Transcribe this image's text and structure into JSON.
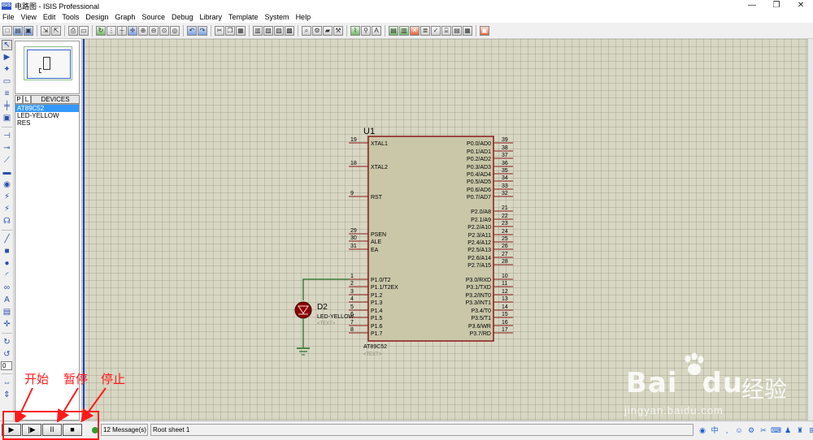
{
  "window": {
    "icon_text": "ISIS",
    "title": "电路图 - ISIS Professional",
    "controls": [
      "—",
      "❐",
      "✕"
    ]
  },
  "menu": [
    "File",
    "View",
    "Edit",
    "Tools",
    "Design",
    "Graph",
    "Source",
    "Debug",
    "Library",
    "Template",
    "System",
    "Help"
  ],
  "left_toolbar": {
    "zoom_value": "0"
  },
  "device_panel": {
    "tab_p": "P",
    "tab_l": "L",
    "title": "DEVICES",
    "items": [
      "AT89C52",
      "LED-YELLOW",
      "RES"
    ],
    "selected_index": 0
  },
  "schematic": {
    "chip": {
      "ref": "U1",
      "part": "AT89C52",
      "text_placeholder": "<TEXT>",
      "left_pins": [
        {
          "num": "19",
          "name": "XTAL1"
        },
        {
          "num": "18",
          "name": "XTAL2"
        },
        {
          "num": "9",
          "name": "RST"
        },
        {
          "num": "29",
          "name": "PSEN"
        },
        {
          "num": "30",
          "name": "ALE"
        },
        {
          "num": "31",
          "name": "EA"
        },
        {
          "num": "1",
          "name": "P1.0/T2"
        },
        {
          "num": "2",
          "name": "P1.1/T2EX"
        },
        {
          "num": "3",
          "name": "P1.2"
        },
        {
          "num": "4",
          "name": "P1.3"
        },
        {
          "num": "5",
          "name": "P1.4"
        },
        {
          "num": "6",
          "name": "P1.5"
        },
        {
          "num": "7",
          "name": "P1.6"
        },
        {
          "num": "8",
          "name": "P1.7"
        }
      ],
      "right_pins": [
        {
          "num": "39",
          "name": "P0.0/AD0"
        },
        {
          "num": "38",
          "name": "P0.1/AD1"
        },
        {
          "num": "37",
          "name": "P0.2/AD2"
        },
        {
          "num": "36",
          "name": "P0.3/AD3"
        },
        {
          "num": "35",
          "name": "P0.4/AD4"
        },
        {
          "num": "34",
          "name": "P0.5/AD5"
        },
        {
          "num": "33",
          "name": "P0.6/AD6"
        },
        {
          "num": "32",
          "name": "P0.7/AD7"
        },
        {
          "num": "21",
          "name": "P2.0/A8"
        },
        {
          "num": "22",
          "name": "P2.1/A9"
        },
        {
          "num": "23",
          "name": "P2.2/A10"
        },
        {
          "num": "24",
          "name": "P2.3/A11"
        },
        {
          "num": "25",
          "name": "P2.4/A12"
        },
        {
          "num": "26",
          "name": "P2.5/A13"
        },
        {
          "num": "27",
          "name": "P2.6/A14"
        },
        {
          "num": "28",
          "name": "P2.7/A15"
        },
        {
          "num": "10",
          "name": "P3.0/RXD"
        },
        {
          "num": "11",
          "name": "P3.1/TXD"
        },
        {
          "num": "12",
          "name": "P3.2/INT0"
        },
        {
          "num": "13",
          "name": "P3.3/INT1"
        },
        {
          "num": "14",
          "name": "P3.4/T0"
        },
        {
          "num": "15",
          "name": "P3.5/T1"
        },
        {
          "num": "16",
          "name": "P3.6/WR"
        },
        {
          "num": "17",
          "name": "P3.7/RD"
        }
      ]
    },
    "led": {
      "ref": "D2",
      "part": "LED-YELLOW",
      "text_placeholder": "<TEXT>"
    }
  },
  "status_bar": {
    "play": "▶",
    "step": "|▶",
    "pause": "II",
    "stop": "■",
    "messages": "12 Message(s)",
    "sheet": "Root sheet 1"
  },
  "annotations": {
    "start": "开始",
    "pause": "暂停",
    "stop": "停止",
    "color": "#ff1a1a"
  },
  "watermark": {
    "brand": "Bai",
    "brand_suffix": "du",
    "cn": "经验",
    "url": "jingyan.baidu.com"
  },
  "colors": {
    "canvas": "#d8d7c3",
    "chip_fill": "#c9c7a8",
    "chip_border": "#8b1a1a",
    "wire": "#1d6b1d",
    "pin_text": "#000000",
    "sheet_border": "#1a3bd1"
  }
}
